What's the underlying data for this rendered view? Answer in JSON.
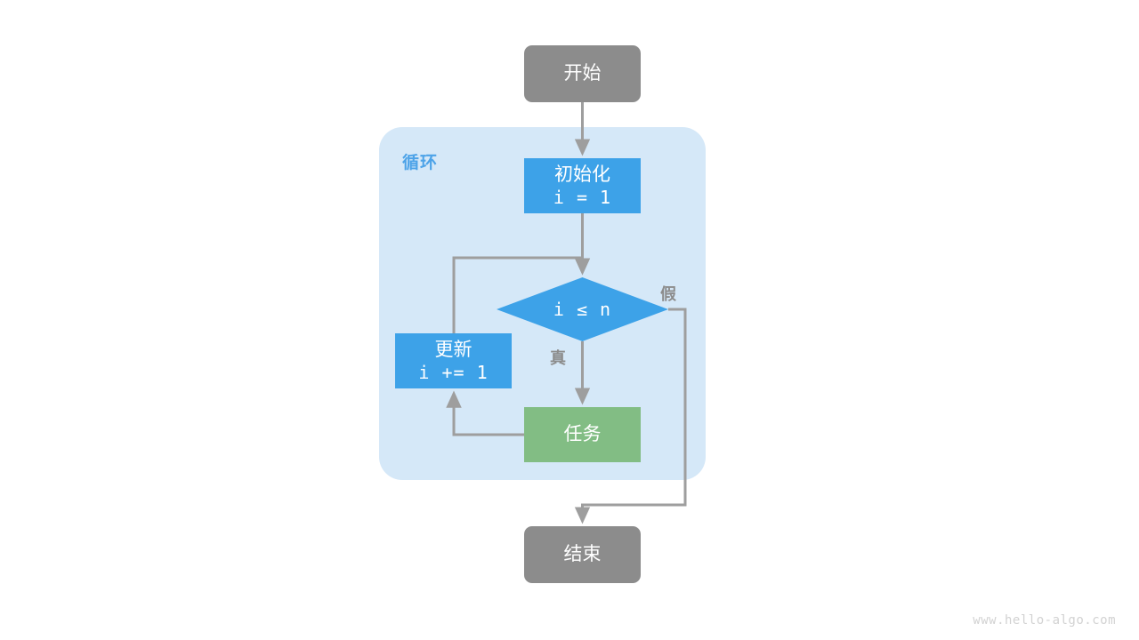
{
  "diagram": {
    "title_watermark": "www.hello-algo.com",
    "colors": {
      "terminal_gray": "#8c8c8c",
      "process_blue": "#3da2e8",
      "task_green": "#82bd84",
      "loop_container_fill": "#d5e8f8",
      "loop_label_blue": "#4da3e8",
      "edge_gray": "#9e9e9e",
      "label_gray": "#8c8c8c",
      "watermark_gray": "#d2d2d2",
      "background": "#ffffff"
    },
    "loop_container": {
      "label": "循环"
    },
    "nodes": [
      {
        "id": "start",
        "shape": "rounded-rect",
        "lines": [
          "开始"
        ]
      },
      {
        "id": "init",
        "shape": "rect",
        "lines": [
          "初始化",
          "i = 1"
        ]
      },
      {
        "id": "cond",
        "shape": "diamond",
        "lines": [
          "i ≤ n"
        ]
      },
      {
        "id": "update",
        "shape": "rect",
        "lines": [
          "更新",
          "i += 1"
        ]
      },
      {
        "id": "task",
        "shape": "rect",
        "lines": [
          "任务"
        ]
      },
      {
        "id": "end",
        "shape": "rounded-rect",
        "lines": [
          "结束"
        ]
      }
    ],
    "node_text": {
      "start": "开始",
      "init_title": "初始化",
      "init_expr": "i = 1",
      "cond_expr": "i ≤ n",
      "update_title": "更新",
      "update_expr": "i += 1",
      "task": "任务",
      "end": "结束"
    },
    "edge_labels": {
      "true": "真",
      "false": "假"
    },
    "edges": [
      {
        "from": "start",
        "to": "init",
        "label": ""
      },
      {
        "from": "init",
        "to": "cond",
        "label": ""
      },
      {
        "from": "cond",
        "to": "task",
        "label": "真"
      },
      {
        "from": "cond",
        "to": "end",
        "label": "假"
      },
      {
        "from": "task",
        "to": "update",
        "label": ""
      },
      {
        "from": "update",
        "to": "cond",
        "label": ""
      }
    ]
  }
}
